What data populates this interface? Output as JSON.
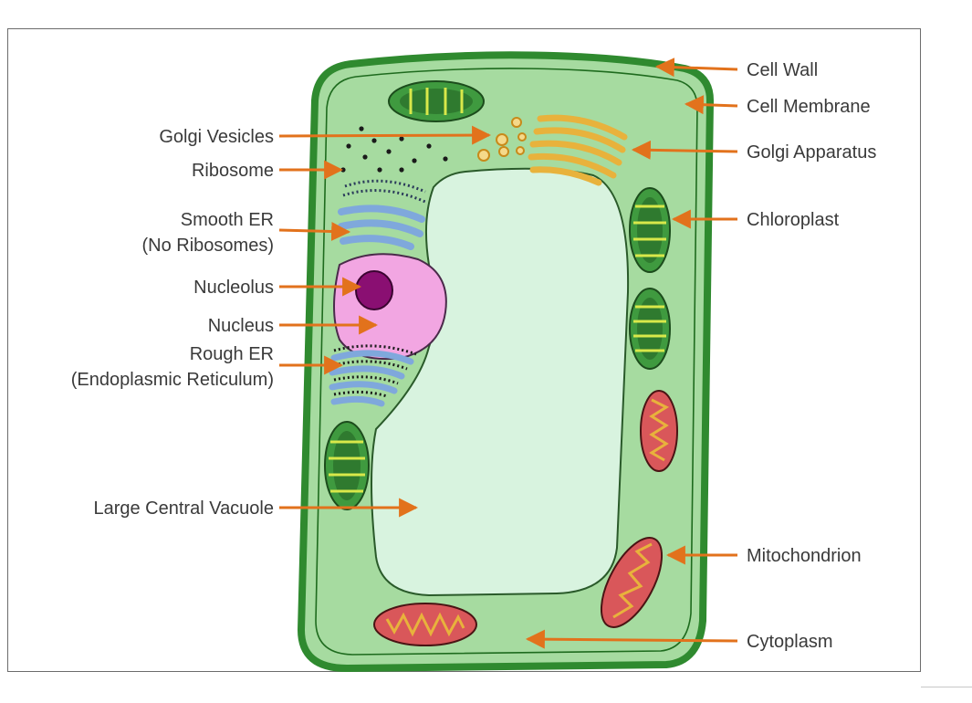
{
  "labels": {
    "cell_wall": "Cell Wall",
    "cell_membrane": "Cell Membrane",
    "golgi_vesicles": "Golgi Vesicles",
    "ribosome": "Ribosome",
    "golgi_apparatus": "Golgi Apparatus",
    "smooth_er_line1": "Smooth ER",
    "smooth_er_line2": "(No Ribosomes)",
    "chloroplast": "Chloroplast",
    "nucleolus": "Nucleolus",
    "nucleus": "Nucleus",
    "rough_er_line1": "Rough ER",
    "rough_er_line2": "(Endoplasmic Reticulum)",
    "large_central_vacuole": "Large Central Vacuole",
    "mitochondrion": "Mitochondrion",
    "cytoplasm": "Cytoplasm"
  },
  "colors": {
    "cell_wall": "#2f8a2f",
    "cytoplasm": "#a6dba0",
    "vacuole": "#d8f3df",
    "arrow": "#e2721c",
    "nucleus": "#f2a6e2",
    "nucleolus": "#8a0f72",
    "golgi": "#e8b23c",
    "smooth_er": "#7fa8dc",
    "chloroplast": "#3f9a3f",
    "mitochondrion": "#d9575a"
  }
}
